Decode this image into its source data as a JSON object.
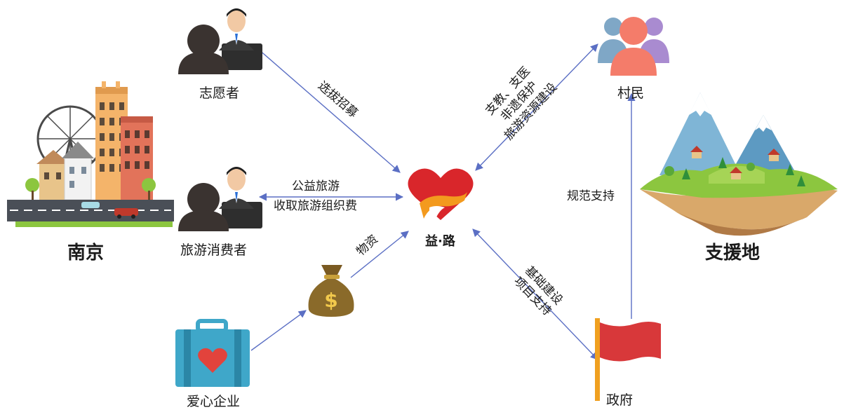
{
  "nodes": {
    "nanjing": "南京",
    "volunteers": "志愿者",
    "tourists": "旅游消费者",
    "companies": "爱心企业",
    "hub": "益·路",
    "villagers": "村民",
    "government": "政府",
    "support_area": "支援地"
  },
  "edges": {
    "volunteers_to_hub": "选拔招募",
    "tourists_hub_line1": "公益旅游",
    "tourists_hub_line2": "收取旅游组织费",
    "money_to_hub": "物资",
    "villagers_hub_line1": "支教、支医",
    "villagers_hub_line2": "非遗保护",
    "villagers_hub_line3": "旅游资源建设",
    "gov_hub_line1": "基础建设",
    "gov_hub_line2": "项目支持",
    "gov_to_villagers": "规范支持"
  },
  "colors": {
    "arrow": "#5b6fc4",
    "heart_red": "#d9262b",
    "heart_orange": "#f39a1e",
    "flag_red": "#d8383a",
    "pole_orange": "#f0a020"
  },
  "icons": {
    "money_bag": "dollar-sign",
    "briefcase": "heart"
  }
}
